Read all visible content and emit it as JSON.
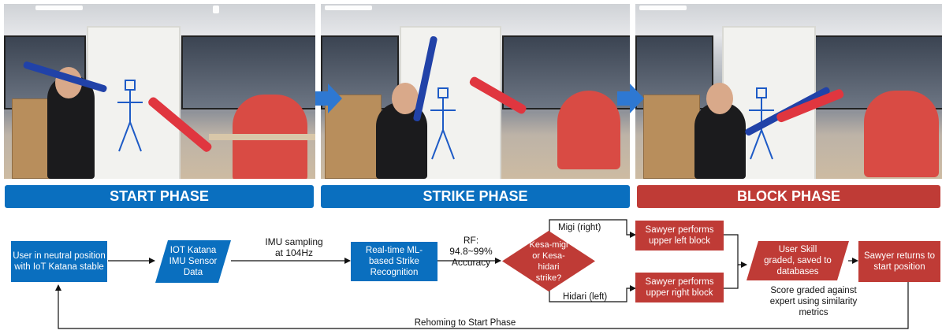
{
  "phases": [
    {
      "label": "START PHASE",
      "color": "#0a6fbf"
    },
    {
      "label": "STRIKE PHASE",
      "color": "#0a6fbf"
    },
    {
      "label": "BLOCK PHASE",
      "color": "#bf3b36"
    }
  ],
  "photos": [
    "start-phase-photo",
    "strike-phase-photo",
    "block-phase-photo"
  ],
  "flow": {
    "user_neutral": "User in neutral position with IoT Katana stable",
    "imu_data": "IOT Katana IMU Sensor Data",
    "imu_sampling": "IMU sampling at 104Hz",
    "ml_recognition": "Real-time ML-based Strike Recognition",
    "accuracy": "RF: 94.8~99% Accuracy",
    "decision": "Kesa-migi or Kesa-hidari strike?",
    "migi": "Migi (right)",
    "hidari": "Hidari (left)",
    "upper_left": "Sawyer performs upper left block",
    "upper_right": "Sawyer performs upper right block",
    "skill_graded": "User Skill graded, saved to databases",
    "score_note": "Score graded against expert using similarity metrics",
    "returns": "Sawyer returns to start position",
    "rehoming": "Rehoming to Start Phase"
  },
  "colors": {
    "blue": "#0a6fbf",
    "red": "#bf3b36"
  }
}
